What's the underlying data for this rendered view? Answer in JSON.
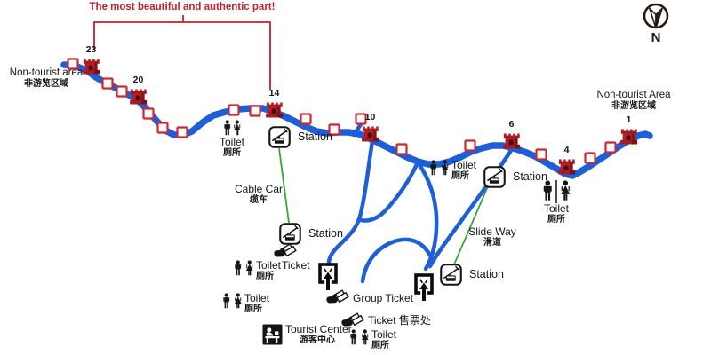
{
  "map_title": "The most beautiful and authentic part!",
  "compass": {
    "label": "N"
  },
  "areas": {
    "west": {
      "en": "Non-tourist area",
      "zh": "非游览区域"
    },
    "east": {
      "en": "Non-tourist Area",
      "zh": "非游览区域"
    }
  },
  "towers": [
    {
      "number": "23"
    },
    {
      "number": "20"
    },
    {
      "number": "14"
    },
    {
      "number": "10"
    },
    {
      "number": "6"
    },
    {
      "number": "4"
    },
    {
      "number": "1"
    }
  ],
  "stations": {
    "cable_top": {
      "label": "Station"
    },
    "cable_bottom": {
      "label": "Station"
    },
    "slide_top": {
      "label": "Station"
    },
    "slide_bottom": {
      "label": "Station"
    }
  },
  "routes": {
    "cable_car": {
      "en": "Cable Car",
      "zh": "缆车"
    },
    "slide_way": {
      "en": "Slide Way",
      "zh": "滑道"
    }
  },
  "toilets": [
    {
      "en": "Toilet",
      "zh": "厕所"
    },
    {
      "en": "Toilet",
      "zh": "厕所"
    },
    {
      "en": "Toilet",
      "zh": "厕所"
    },
    {
      "en": "Toilet",
      "zh": "厕所"
    },
    {
      "en": "Toilet",
      "zh": "厕所"
    },
    {
      "en": "Toilet",
      "zh": "厕所"
    }
  ],
  "tickets": {
    "cable_ticket": {
      "label": "Ticket"
    },
    "group_ticket": {
      "label": "Group Ticket"
    },
    "ticket_office": {
      "label": "Ticket 售票处"
    }
  },
  "tourist_center": {
    "en": "Tourist Center",
    "zh": "游客中心"
  },
  "colors": {
    "wall_blue": "#1e5ed6",
    "tower_red": "#b41e24",
    "marker_red": "#cf2730",
    "highlight_red": "#c2202b",
    "route_green": "#3aa33a",
    "ink": "#141414"
  }
}
